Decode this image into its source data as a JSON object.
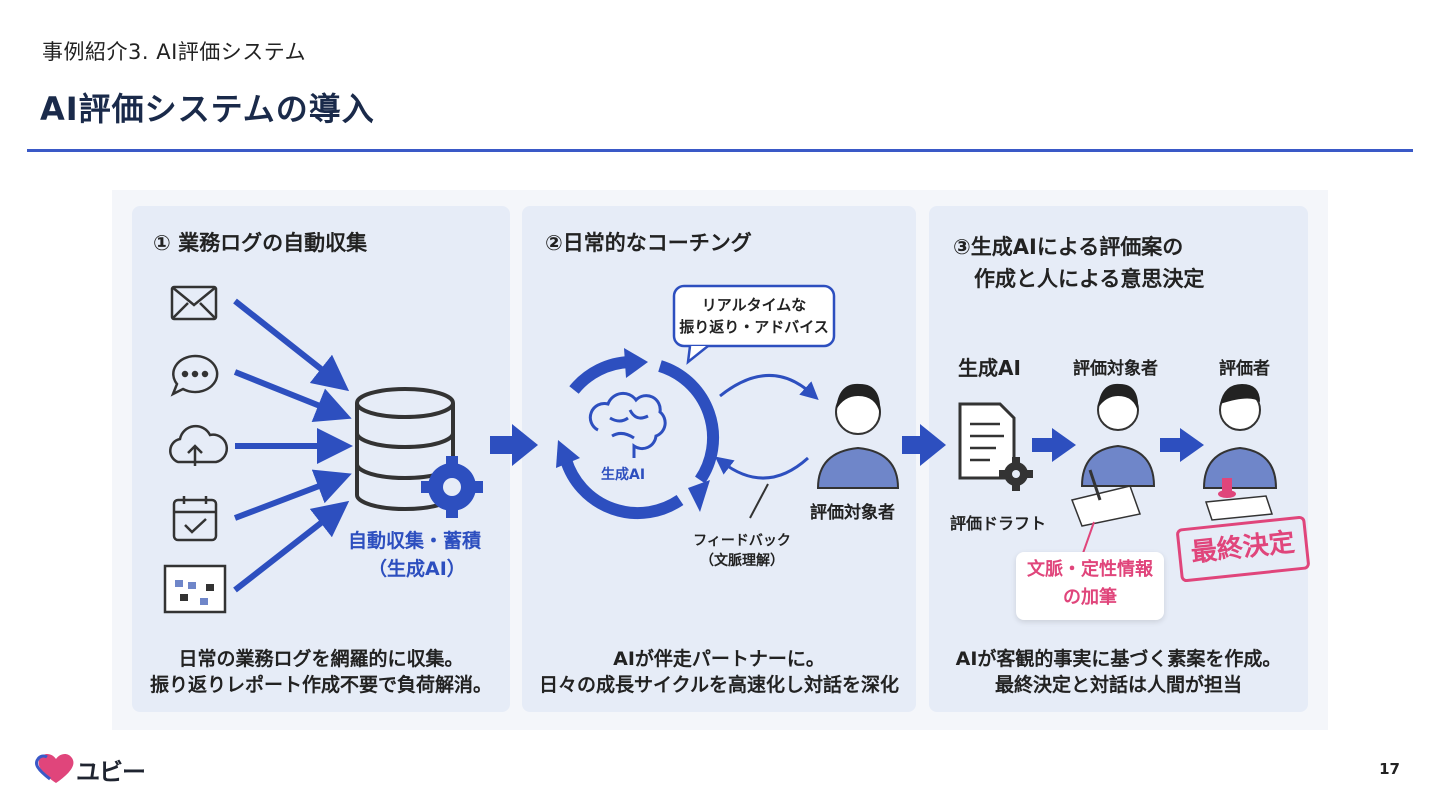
{
  "header": {
    "breadcrumb": "事例紹介3. AI評価システム",
    "title": "AI評価システムの導入"
  },
  "panels": [
    {
      "title": "① 業務ログの自動収集",
      "center_label_line1": "自動収集・蓄積",
      "center_label_line2": "（生成AI）",
      "footer_line1": "日常の業務ログを網羅的に収集。",
      "footer_line2": "振り返りレポート作成不要で負荷解消。"
    },
    {
      "title": "②日常的なコーチング",
      "bubble_line1": "リアルタイムな",
      "bubble_line2": "振り返り・アドバイス",
      "brain_label": "生成AI",
      "person_label": "評価対象者",
      "feedback_line1": "フィードバック",
      "feedback_line2": "（文脈理解）",
      "footer_line1": "AIが伴走パートナーに。",
      "footer_line2": "日々の成長サイクルを高速化し対話を深化"
    },
    {
      "title": "③生成AIによる評価案の\n　作成と人による意思決定",
      "col1_label": "生成AI",
      "col2_label": "評価対象者",
      "col3_label": "評価者",
      "draft_label": "評価ドラフト",
      "note_line1": "文脈・定性情報",
      "note_line2": "の加筆",
      "stamp_label": "最終決定",
      "footer_line1": "AIが客観的事実に基づく素案を作成。",
      "footer_line2": "最終決定と対話は人間が担当"
    }
  ],
  "footer": {
    "logo_text": "ユビー",
    "page_number": "17"
  },
  "colors": {
    "accent_blue": "#2d4fbf",
    "rule_blue": "#3a59c7",
    "panel_bg": "#e6ecf7",
    "pink": "#e0457b"
  }
}
